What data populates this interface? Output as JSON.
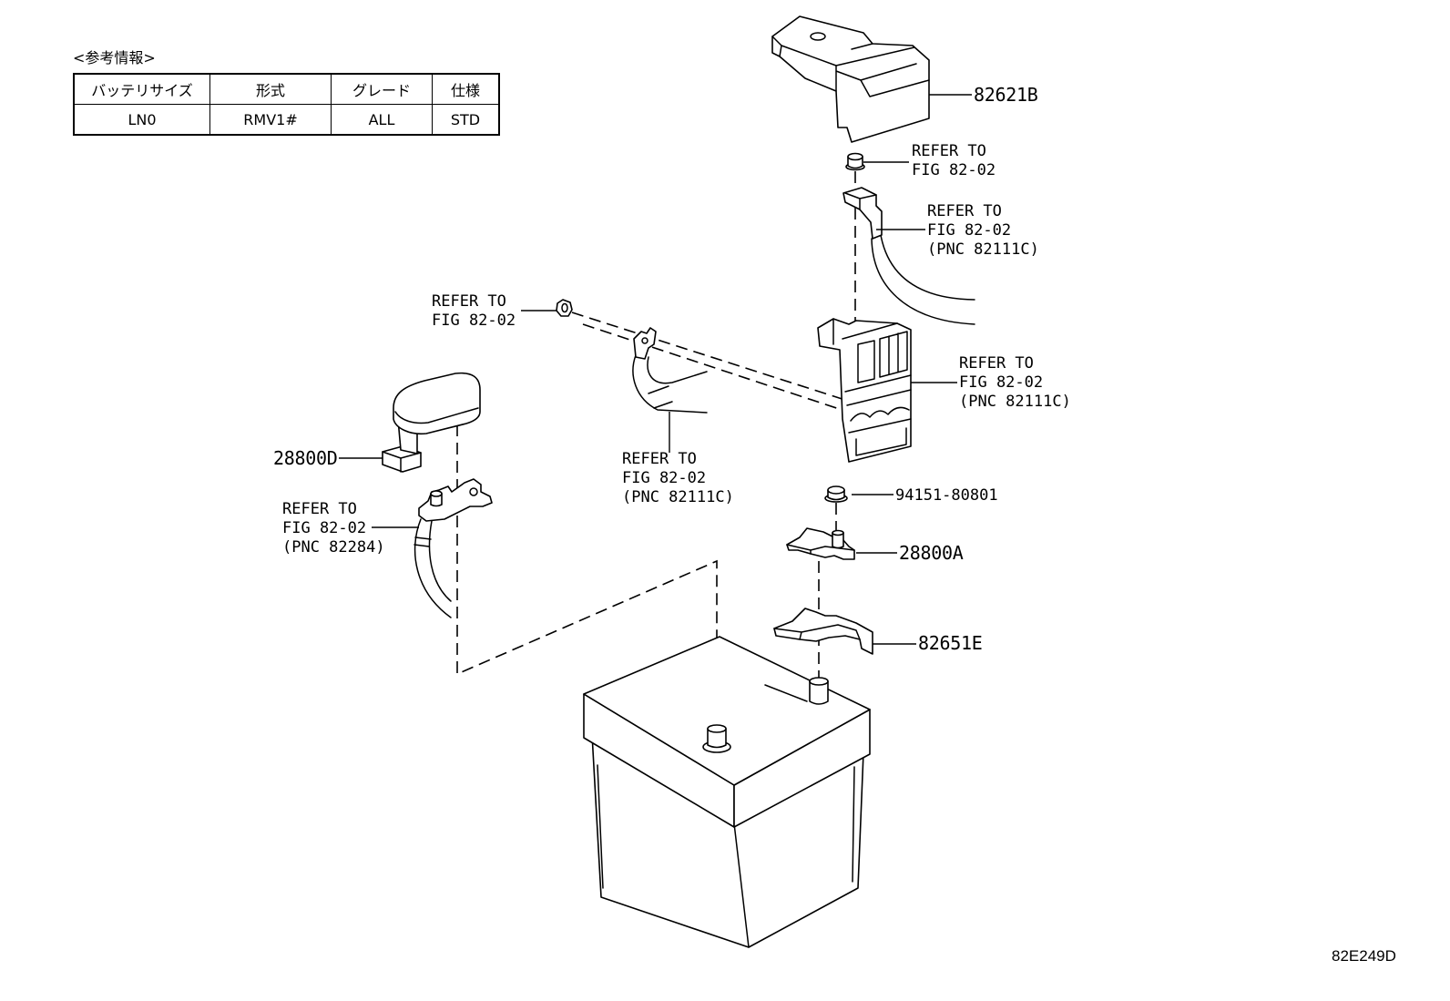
{
  "reference_info": {
    "heading": "<参考情報>",
    "columns": [
      "バッテリサイズ",
      "形式",
      "グレード",
      "仕様"
    ],
    "rows": [
      [
        "LN0",
        "RMV1#",
        "ALL",
        "STD"
      ]
    ]
  },
  "diagram_code": "82E249D",
  "callouts": {
    "cover_82621b": "82621B",
    "refer_nut_top": [
      "REFER TO",
      "FIG 82-02"
    ],
    "refer_cable_top": [
      "REFER TO",
      "FIG 82-02",
      "(PNC 82111C)"
    ],
    "refer_nut_left": [
      "REFER TO",
      "FIG 82-02"
    ],
    "refer_fuse_block": [
      "REFER TO",
      "FIG 82-02",
      "(PNC 82111C)"
    ],
    "cover_28800d": "28800D",
    "refer_cable_mid": [
      "REFER TO",
      "FIG 82-02",
      "(PNC 82111C)"
    ],
    "refer_neg_cable": [
      "REFER TO",
      "FIG 82-02",
      "(PNC 82284)"
    ],
    "nut_94151": "94151-80801",
    "terminal_28800a": "28800A",
    "clamp_82651e": "82651E"
  }
}
